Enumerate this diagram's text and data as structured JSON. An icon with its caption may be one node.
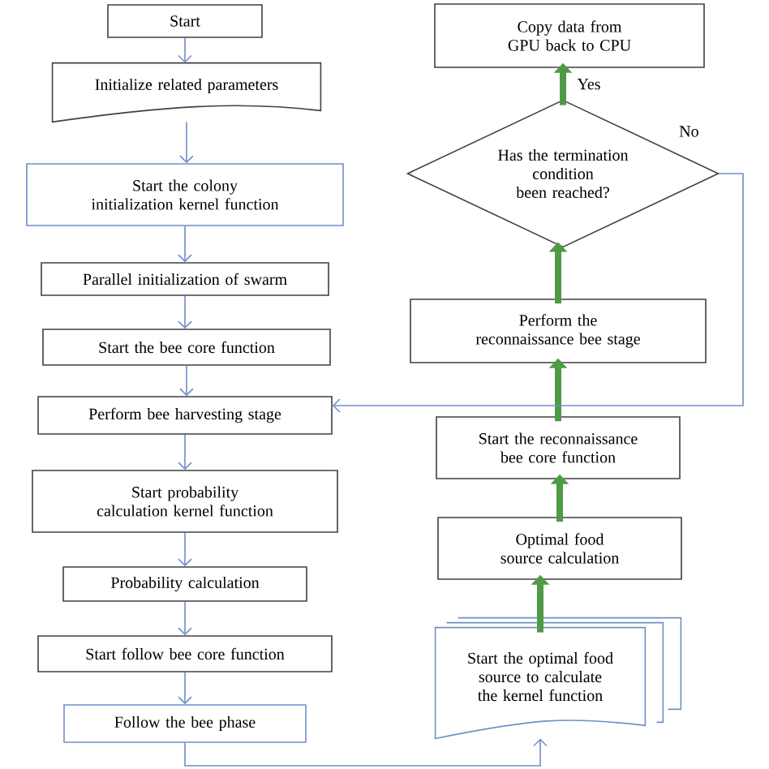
{
  "diagram": {
    "nodes": [
      {
        "text": [
          "Start"
        ]
      },
      {
        "text": [
          "Initialize related parameters"
        ]
      },
      {
        "text": [
          "Start the colony initialization kernel function"
        ]
      },
      {
        "text": [
          "Parallel initialization of swarm"
        ]
      },
      {
        "text": [
          "Start the bee core function"
        ]
      },
      {
        "text": [
          "Perform bee harvesting stage"
        ]
      },
      {
        "text": [
          "Start probability calculation kernel function"
        ]
      },
      {
        "text": [
          "Probability calculation"
        ]
      },
      {
        "text": [
          "Start follow bee core function"
        ]
      },
      {
        "text": [
          "Follow the bee phase"
        ]
      },
      {
        "text": [
          "Start the optimal food source to calculate the kernel function"
        ]
      },
      {
        "text": [
          "Optimal food source calculation"
        ]
      },
      {
        "text": [
          "Start the reconnaissance bee core function"
        ]
      },
      {
        "text": [
          "Perform the reconnaissance bee stage"
        ]
      },
      {
        "text": [
          "Has the termination condition been reached?"
        ]
      },
      {
        "text": [
          "Copy data from GPU back to CPU"
        ]
      }
    ],
    "edges": [
      {
        "from": 0,
        "to": 1,
        "arrow": "to"
      },
      {
        "from": 1,
        "to": 2,
        "arrow": "to"
      },
      {
        "from": 2,
        "to": 3,
        "arrow": "to"
      },
      {
        "from": 3,
        "to": 4,
        "arrow": "to"
      },
      {
        "from": 4,
        "to": 5,
        "arrow": "to"
      },
      {
        "from": 5,
        "to": 6,
        "arrow": "to"
      },
      {
        "from": 6,
        "to": 7,
        "arrow": "to"
      },
      {
        "from": 7,
        "to": 8,
        "arrow": "to"
      },
      {
        "from": 8,
        "to": 9,
        "arrow": "to"
      },
      {
        "from": 9,
        "to": 10,
        "arrow": "to"
      },
      {
        "from": 10,
        "to": 11,
        "arrow": "to",
        "style": "thick",
        "color": "#4f9a45"
      },
      {
        "from": 11,
        "to": 12,
        "arrow": "to",
        "style": "thick",
        "color": "#4f9a45"
      },
      {
        "from": 12,
        "to": 13,
        "arrow": "to",
        "style": "thick",
        "color": "#4f9a45"
      },
      {
        "from": 13,
        "to": 14,
        "arrow": "to",
        "style": "thick",
        "color": "#4f9a45"
      },
      {
        "from": 14,
        "to": 15,
        "arrow": "to",
        "label": "Yes",
        "style": "thick",
        "color": "#4f9a45"
      },
      {
        "from": 14,
        "to": 5,
        "arrow": "to",
        "label": "No"
      }
    ]
  }
}
